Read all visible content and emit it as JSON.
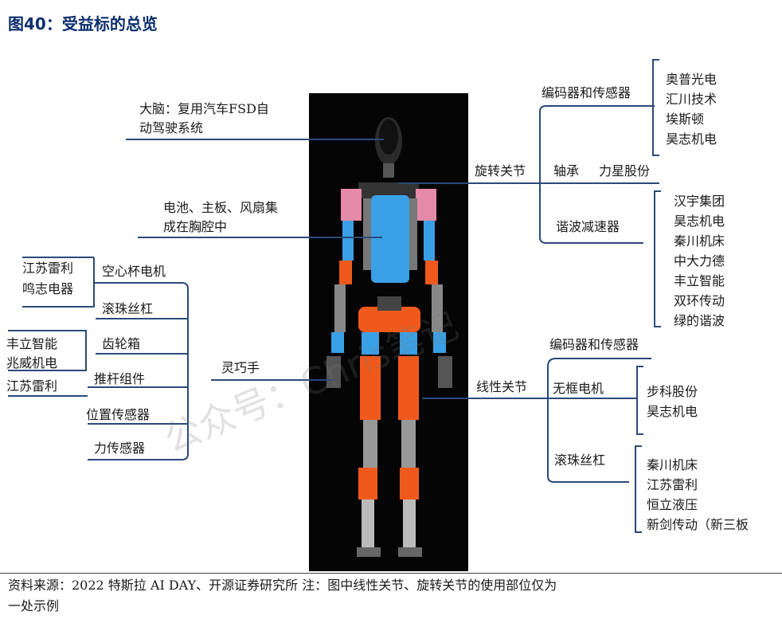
{
  "title": "图40：受益标的总览",
  "left": {
    "brain": [
      "大脑：复用汽车FSD自",
      "动驾驶系统"
    ],
    "chest": [
      "电池、主板、风扇集",
      "成在胸腔中"
    ],
    "hand": "灵巧手",
    "parts": [
      "空心杯电机",
      "滚珠丝杠",
      "齿轮箱",
      "推杆组件",
      "位置传感器",
      "力传感器"
    ],
    "suppliers": {
      "coreless_motor": [
        "江苏雷利",
        "鸣志电器"
      ],
      "gearbox": [
        "丰立智能",
        "兆威机电"
      ],
      "pushrod": [
        "江苏雷利"
      ]
    }
  },
  "rotary": {
    "label": "旋转关节",
    "encoder": "编码器和传感器",
    "encoder_suppliers": [
      "奥普光电",
      "汇川技术",
      "埃斯顿",
      "昊志机电"
    ],
    "bearing": "轴承",
    "bearing_supplier": "力星股份",
    "reducer": "谐波减速器",
    "reducer_suppliers": [
      "汉宇集团",
      "昊志机电",
      "秦川机床",
      "中大力德",
      "丰立智能",
      "双环传动",
      "绿的谐波"
    ]
  },
  "linear": {
    "label": "线性关节",
    "encoder": "编码器和传感器",
    "motor": "无框电机",
    "motor_suppliers": [
      "步科股份",
      "昊志机电"
    ],
    "screw": "滚珠丝杠",
    "screw_suppliers": [
      "秦川机床",
      "江苏雷利",
      "恒立液压",
      "新剑传动（新三板"
    ]
  },
  "footer": [
    "资料来源：2022 特斯拉 AI DAY、开源证券研究所 注：图中线性关节、旋转关节的使用部位仅为",
    "一处示例"
  ],
  "watermark": "公众号：Chris笔记",
  "colors": {
    "line": "#2b4a78",
    "title": "#0d2f6e",
    "robot_orange": "#ef5a1c",
    "robot_blue": "#3aa0e6",
    "robot_pink": "#e58aa8"
  }
}
